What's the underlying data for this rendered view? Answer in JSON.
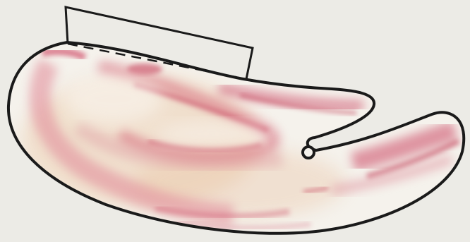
{
  "colors": {
    "background": "#ecebe6",
    "body_fill": "#f5f2ec",
    "outline": "#1a1a1a",
    "stain_light": "#e8a0a8",
    "stain_mid": "#d96a7c",
    "stain_dark": "#c8445e",
    "stain_warm": "#e9b98c"
  },
  "elements": {
    "rectangle": "cut-block",
    "dashed_line": "cut-line",
    "hole": "drilled-hole"
  }
}
